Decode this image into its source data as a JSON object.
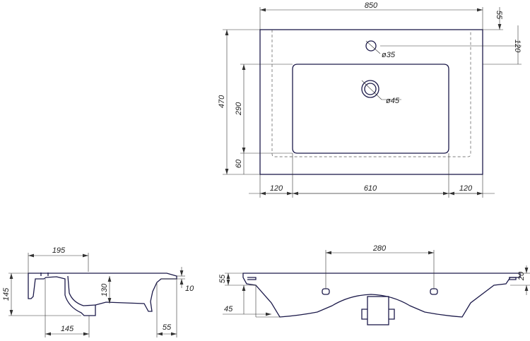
{
  "top_view": {
    "overall_width": "850",
    "tap_hole_offset": "55",
    "tap_hole_distance": "120",
    "tap_hole_diameter": "ø35",
    "drain_diameter": "ø45",
    "overall_depth": "470",
    "bowl_depth": "290",
    "front_rim": "60",
    "left_rim": "120",
    "bowl_width": "610",
    "right_rim": "120"
  },
  "side_view": {
    "bowl_offset": "195",
    "height": "145",
    "bowl_height": "130",
    "rim_thickness": "10",
    "drain_offset": "145",
    "back_edge": "55"
  },
  "front_view": {
    "mount_hole_spacing": "280",
    "rim_height": "55",
    "drop_height": "45",
    "edge_height": "20"
  },
  "colors": {
    "outline": "#1c1a4a",
    "dimension": "#333333"
  }
}
